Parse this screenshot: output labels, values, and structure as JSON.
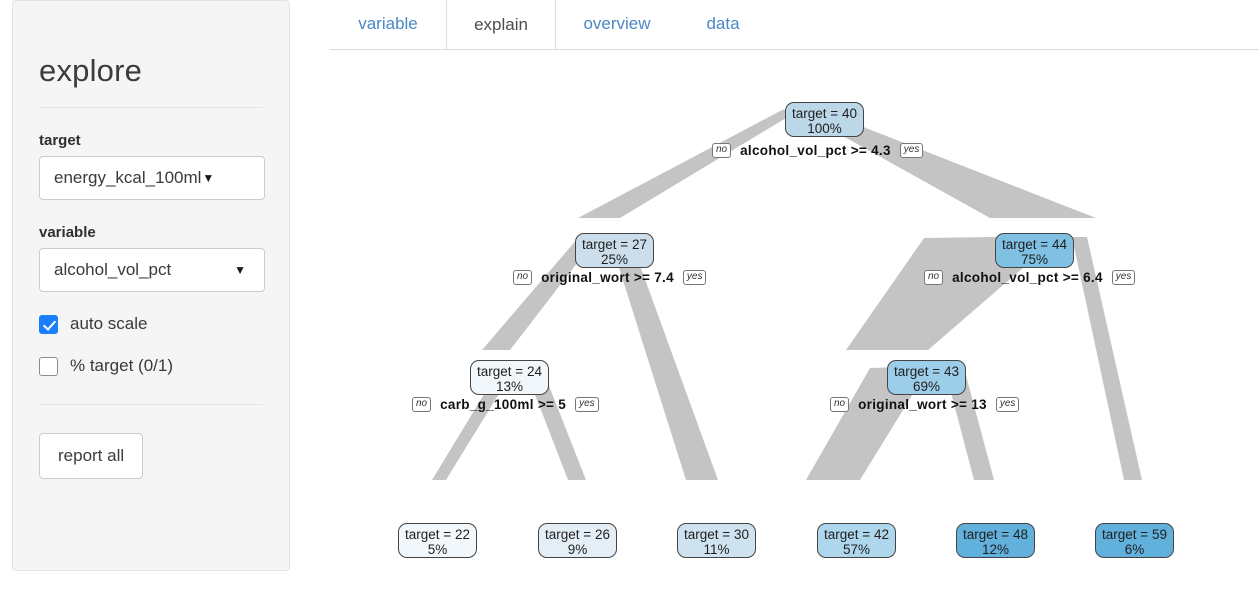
{
  "sidebar": {
    "title": "explore",
    "target_label": "target",
    "target_value": "energy_kcal_100ml",
    "variable_label": "variable",
    "variable_value": "alcohol_vol_pct",
    "auto_scale_label": "auto scale",
    "auto_scale_checked": true,
    "pct_target_label": "% target (0/1)",
    "pct_target_checked": false,
    "report_all_label": "report all"
  },
  "tabs": [
    {
      "label": "variable",
      "active": false
    },
    {
      "label": "explain",
      "active": true
    },
    {
      "label": "overview",
      "active": false
    },
    {
      "label": "data",
      "active": false
    }
  ],
  "colors": {
    "accent_link": "#4a87c7",
    "checkbox_on": "#1a7ffb",
    "edge_gray": "#c4c4c4",
    "node_darkest": "#62b0dc",
    "node_lightest": "#f2f7fb"
  },
  "chart_data": {
    "type": "tree",
    "title": "",
    "target_variable": "energy_kcal_100ml",
    "nodes": [
      {
        "id": "root",
        "target_label": "target = 40",
        "target": 40,
        "pct_label": "100%",
        "pct": 100,
        "fill": "#bcd7e8",
        "depth": 0
      },
      {
        "id": "n-l",
        "target_label": "target = 27",
        "target": 27,
        "pct_label": "25%",
        "pct": 25,
        "fill": "#ccdeeb",
        "depth": 1
      },
      {
        "id": "n-r",
        "target_label": "target = 44",
        "target": 44,
        "pct_label": "75%",
        "pct": 75,
        "fill": "#7fc0e3",
        "depth": 1
      },
      {
        "id": "n-ll",
        "target_label": "target = 24",
        "target": 24,
        "pct_label": "13%",
        "pct": 13,
        "fill": "#f2f7fb",
        "depth": 2
      },
      {
        "id": "n-rl",
        "target_label": "target = 43",
        "target": 43,
        "pct_label": "69%",
        "pct": 69,
        "fill": "#9ccde9",
        "depth": 2
      },
      {
        "id": "leaf1",
        "target_label": "target = 22",
        "target": 22,
        "pct_label": "5%",
        "pct": 5,
        "fill": "#f2f7fb",
        "depth": 3
      },
      {
        "id": "leaf2",
        "target_label": "target = 26",
        "target": 26,
        "pct_label": "9%",
        "pct": 9,
        "fill": "#e4eef6",
        "depth": 3
      },
      {
        "id": "leaf3",
        "target_label": "target = 30",
        "target": 30,
        "pct_label": "11%",
        "pct": 11,
        "fill": "#cfe2ef",
        "depth": 3
      },
      {
        "id": "leaf4",
        "target_label": "target = 42",
        "target": 42,
        "pct_label": "57%",
        "pct": 57,
        "fill": "#aed6ec",
        "depth": 3
      },
      {
        "id": "leaf5",
        "target_label": "target = 48",
        "target": 48,
        "pct_label": "12%",
        "pct": 12,
        "fill": "#62b0dc",
        "depth": 3
      },
      {
        "id": "leaf6",
        "target_label": "target = 59",
        "target": 59,
        "pct_label": "6%",
        "pct": 6,
        "fill": "#62b0dc",
        "depth": 3
      }
    ],
    "splits": [
      {
        "id": "root",
        "no_label": "no",
        "text": "alcohol_vol_pct >= 4.3",
        "yes_label": "yes"
      },
      {
        "id": "n-l",
        "no_label": "no",
        "text": "original_wort >= 7.4",
        "yes_label": "yes"
      },
      {
        "id": "n-r",
        "no_label": "no",
        "text": "alcohol_vol_pct >= 6.4",
        "yes_label": "yes"
      },
      {
        "id": "n-ll",
        "no_label": "no",
        "text": "carb_g_100ml >= 5",
        "yes_label": "yes"
      },
      {
        "id": "n-rl",
        "no_label": "no",
        "text": "original_wort >= 13",
        "yes_label": "yes"
      }
    ]
  }
}
